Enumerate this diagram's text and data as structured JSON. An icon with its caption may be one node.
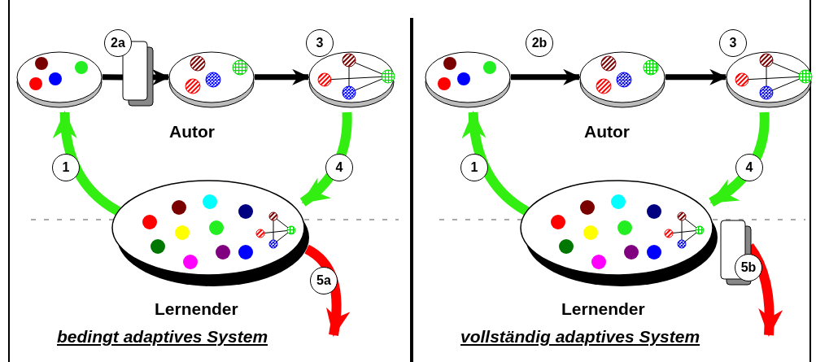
{
  "diagram": {
    "nodes": [
      {
        "text": [],
        "shape": "picture"
      },
      {
        "text": [],
        "shape": "box"
      },
      {
        "text": [],
        "shape": "picture"
      },
      {
        "text": [],
        "shape": "picture"
      },
      {
        "text": [],
        "shape": "picture"
      },
      {
        "text": [],
        "shape": "picture"
      },
      {
        "text": [],
        "shape": "picture"
      },
      {
        "text": [],
        "shape": "picture"
      },
      {
        "text": [],
        "shape": "picture"
      },
      {
        "text": [],
        "shape": "box"
      }
    ],
    "edges": [
      {
        "from": 0,
        "to": 1,
        "arrow": "none"
      },
      {
        "from": 1,
        "to": 2,
        "arrow": "to"
      },
      {
        "from": 2,
        "to": 3,
        "arrow": "to"
      },
      {
        "from": 3,
        "to": 4,
        "arrow": "to",
        "color": "#33ee11"
      },
      {
        "from": 4,
        "to": 0,
        "arrow": "to",
        "color": "#33ee11"
      },
      {
        "from": 4,
        "to": null,
        "arrow": "to",
        "color": "#ff0000"
      },
      {
        "from": 5,
        "to": 6,
        "arrow": "to"
      },
      {
        "from": 6,
        "to": 7,
        "arrow": "to"
      },
      {
        "from": 7,
        "to": 8,
        "arrow": "to",
        "color": "#33ee11"
      },
      {
        "from": 8,
        "to": 5,
        "arrow": "to",
        "color": "#33ee11"
      },
      {
        "from": 9,
        "to": null,
        "arrow": "to",
        "color": "#ff0000"
      }
    ],
    "labels": [
      "2a",
      "3",
      "2b",
      "3",
      "Autor",
      "Autor",
      "1",
      "4",
      "1",
      "4",
      "5a",
      "5b",
      "Lernender",
      "Lernender",
      "bedingt adaptives System",
      "vollständig adaptives System"
    ]
  }
}
